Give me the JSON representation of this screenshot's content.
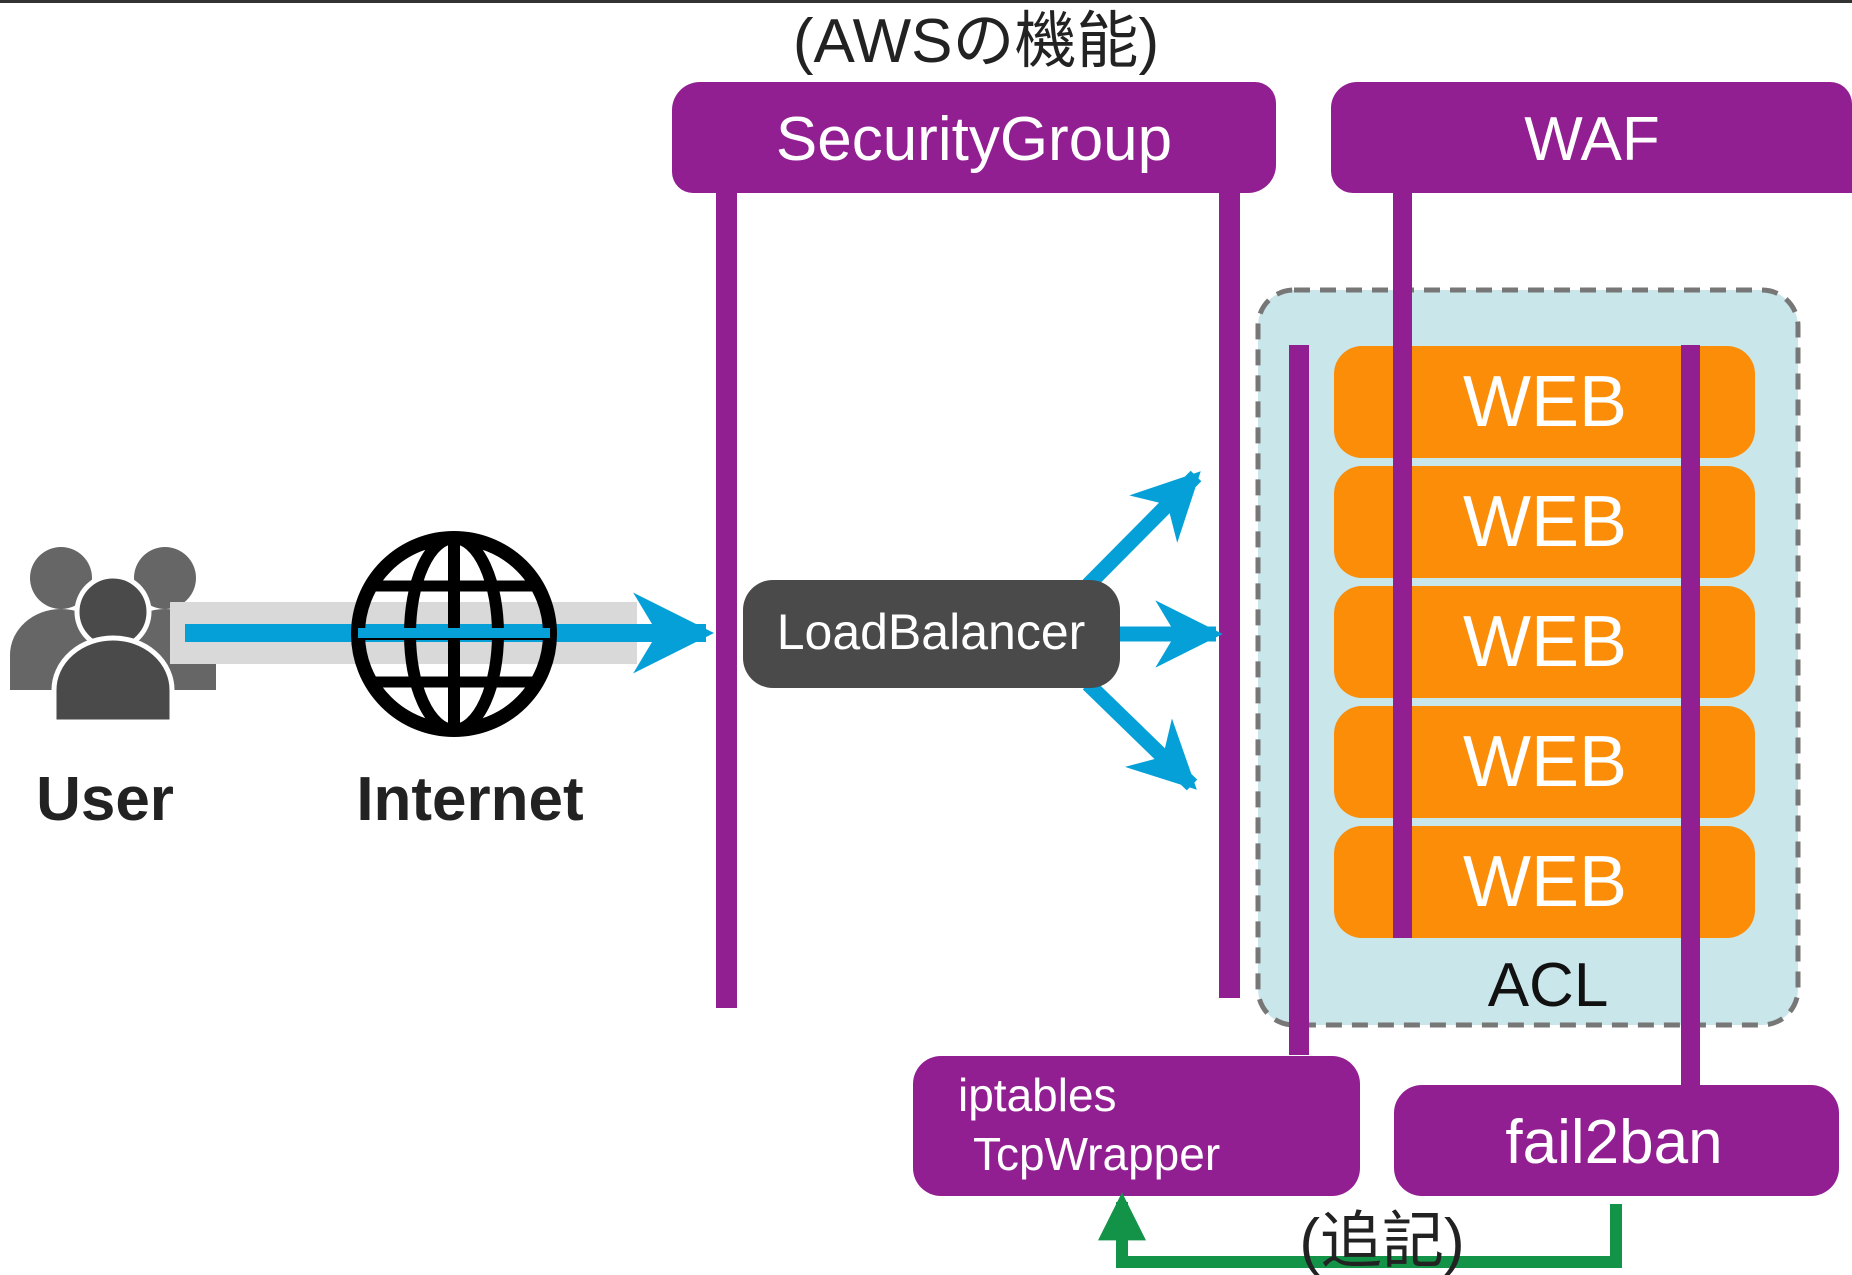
{
  "aws_label": "(AWSの機能)",
  "security_group": {
    "label": "SecurityGroup"
  },
  "waf": {
    "label": "WAF"
  },
  "user": {
    "label": "User"
  },
  "internet": {
    "label": "Internet"
  },
  "load_balancer": {
    "label": "LoadBalancer"
  },
  "web_servers": [
    {
      "label": "WEB"
    },
    {
      "label": "WEB"
    },
    {
      "label": "WEB"
    },
    {
      "label": "WEB"
    },
    {
      "label": "WEB"
    }
  ],
  "acl": {
    "label": "ACL"
  },
  "iptables": {
    "line1": "iptables",
    "line2": "TcpWrapper"
  },
  "fail2ban": {
    "label": "fail2ban"
  },
  "addendum_label": "(追記)",
  "colors": {
    "purple": "#921f92",
    "orange": "#fb8d08",
    "acl_fill": "#c9e6ea",
    "blue": "#05a0d8",
    "green": "#129348",
    "dark_gray": "#4a4a4a",
    "icon_gray": "#666666"
  },
  "icons": {
    "users": "users-icon",
    "globe": "globe-icon"
  }
}
